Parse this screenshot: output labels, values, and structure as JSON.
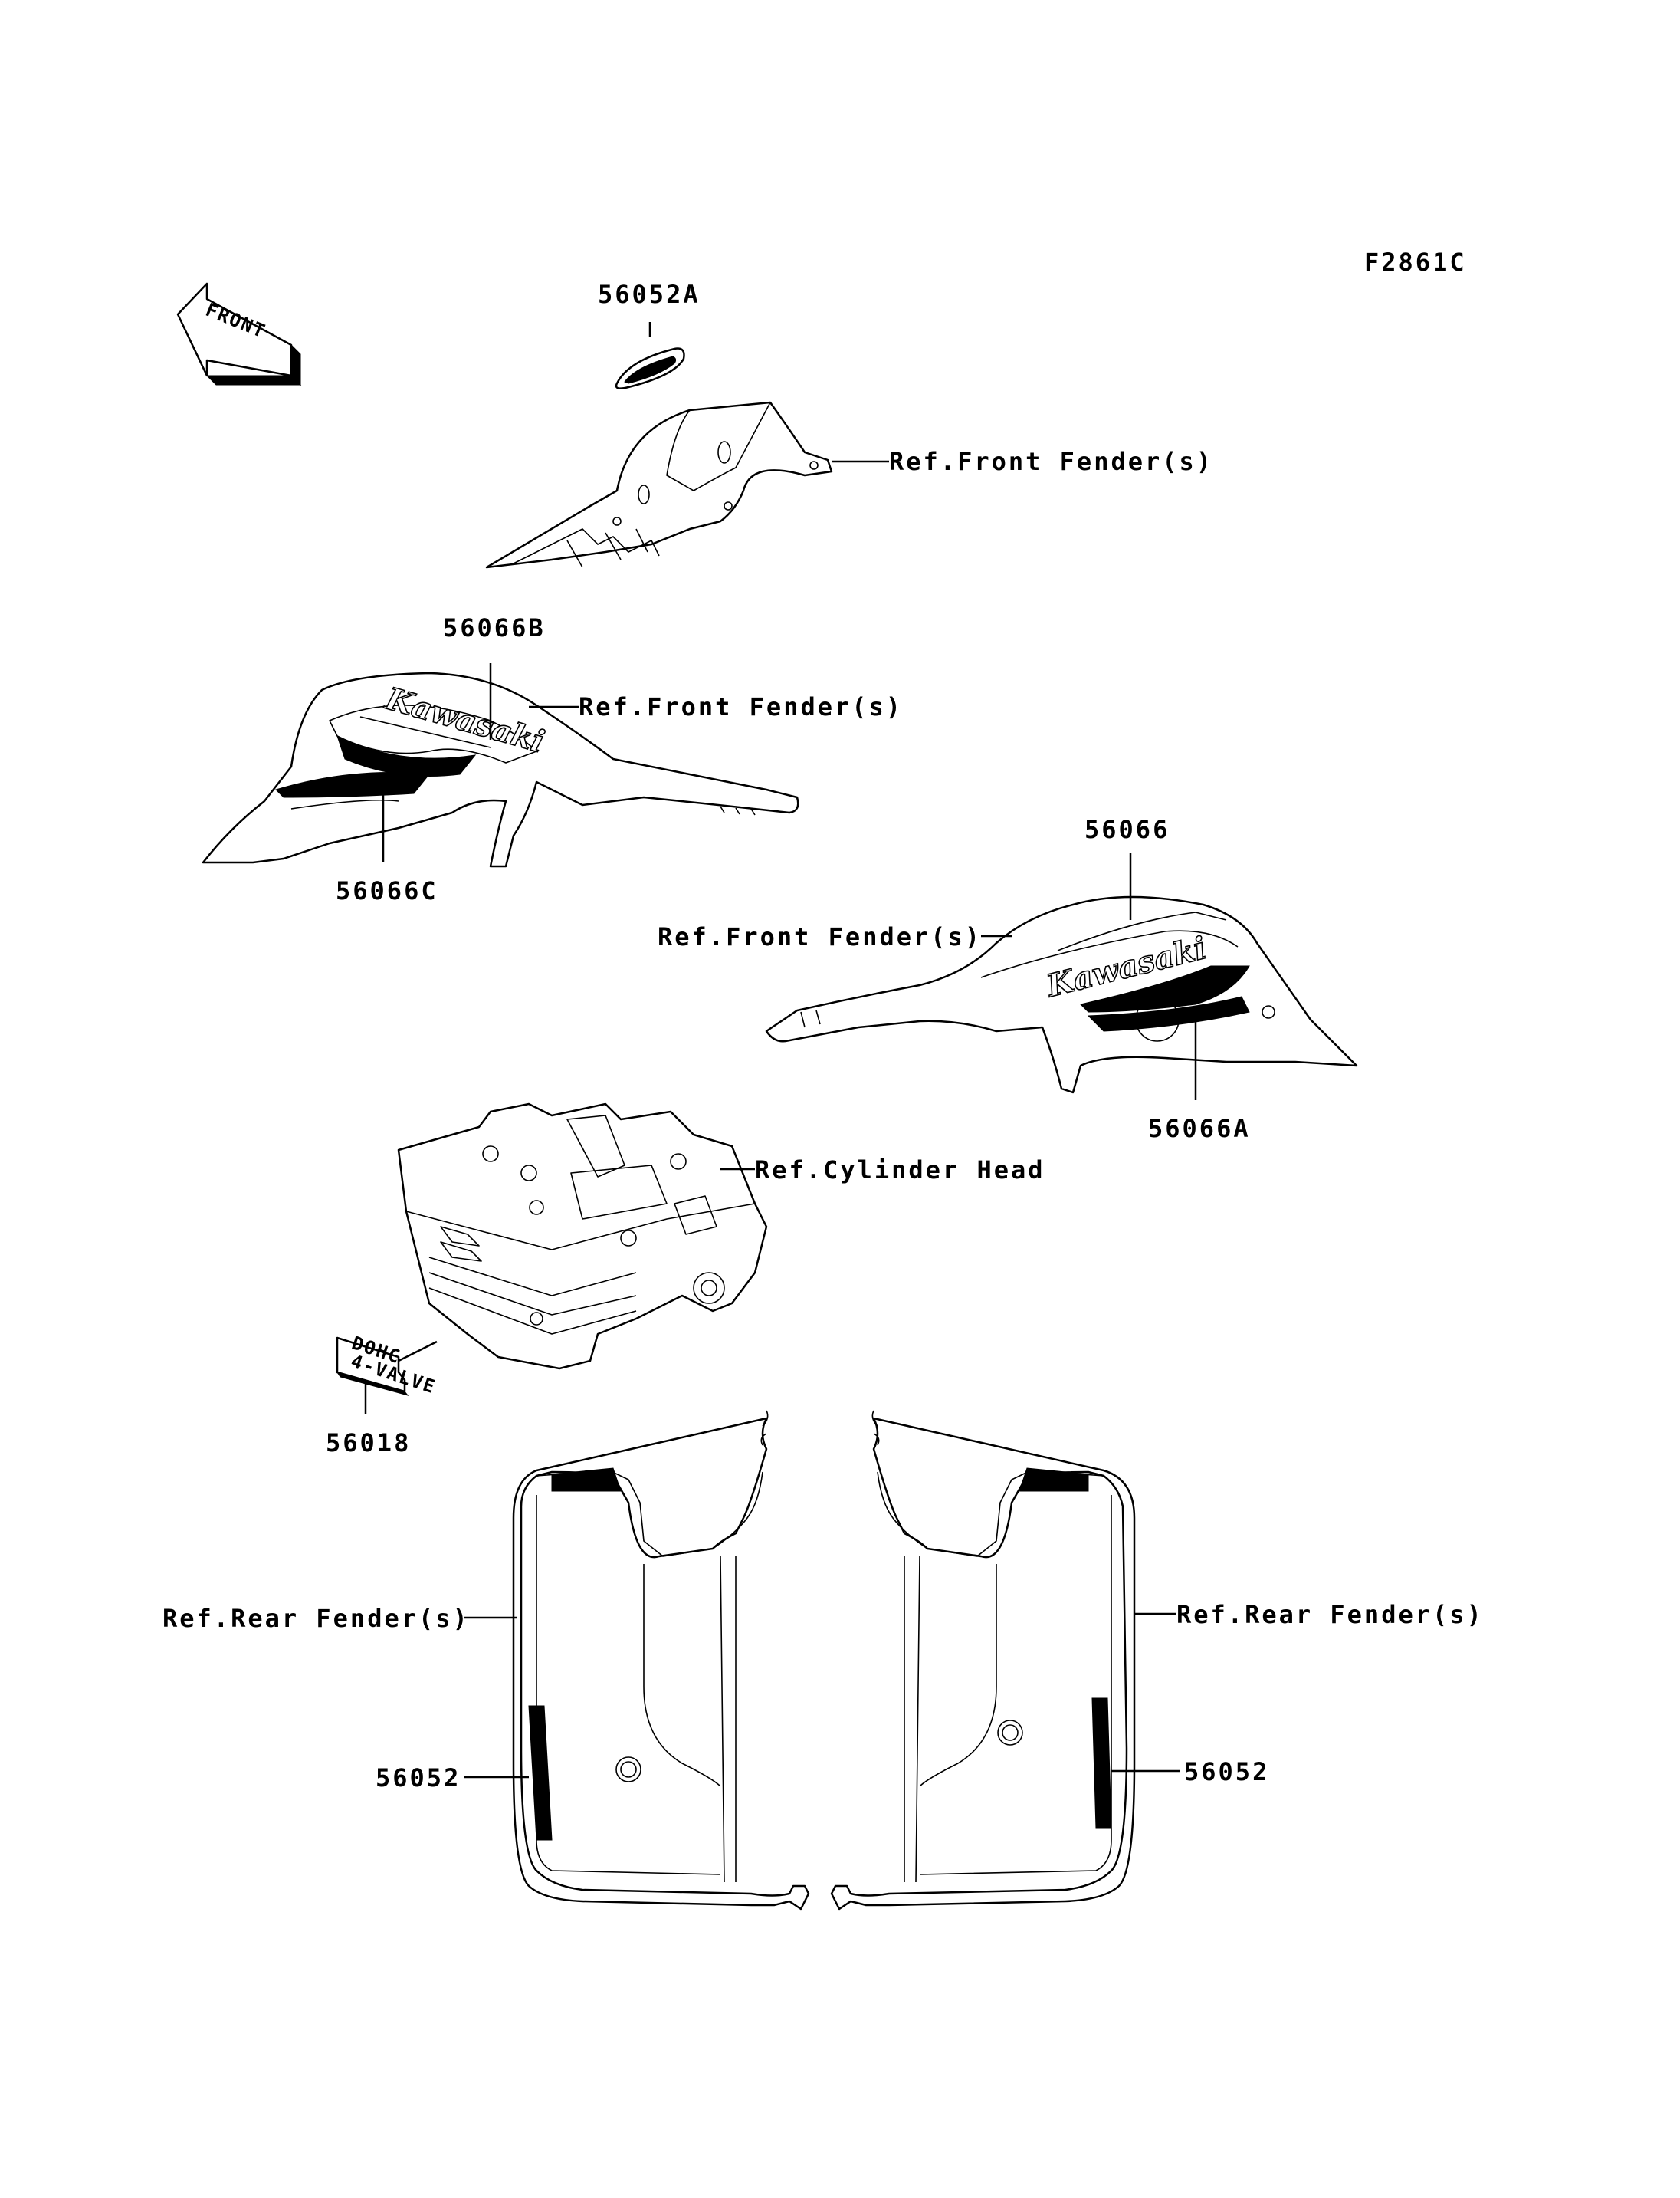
{
  "figure_id": "F2861C",
  "front_indicator": "FRONT",
  "parts": [
    {
      "number": "56052A"
    },
    {
      "number": "56066B"
    },
    {
      "number": "56066C"
    },
    {
      "number": "56066"
    },
    {
      "number": "56066A"
    },
    {
      "number": "56018"
    },
    {
      "number": "56052"
    },
    {
      "number": "56052"
    }
  ],
  "refs": [
    {
      "text": "Ref.Front Fender(s)"
    },
    {
      "text": "Ref.Front Fender(s)"
    },
    {
      "text": "Ref.Front Fender(s)"
    },
    {
      "text": "Ref.Cylinder Head"
    },
    {
      "text": "Ref.Rear Fender(s)"
    },
    {
      "text": "Ref.Rear Fender(s)"
    }
  ],
  "decal_text": {
    "brand": "Kawasaki",
    "engine_label_line1": "DOHC",
    "engine_label_line2": "4-VALVE"
  }
}
